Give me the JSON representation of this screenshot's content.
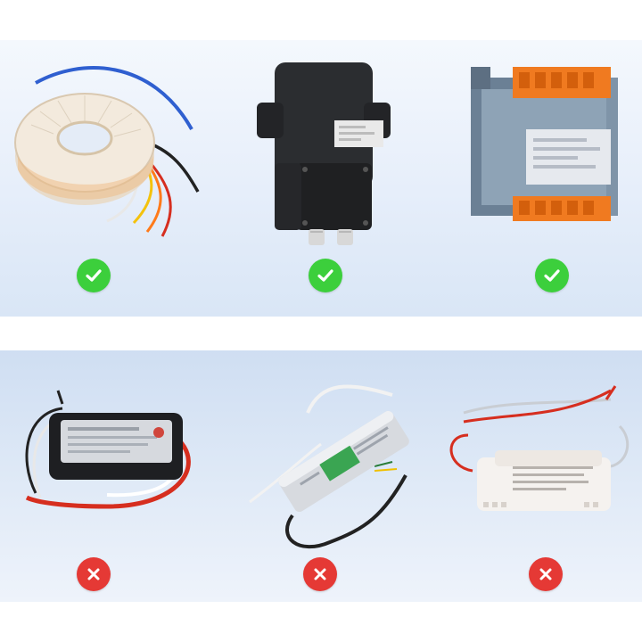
{
  "colors": {
    "suitable": "#3ccf3c",
    "unsuitable": "#e53935",
    "badge_mark": "#ffffff"
  },
  "suitable_row": [
    {
      "product": "toroidal-transformer",
      "status": "check-icon"
    },
    {
      "product": "waterproof-black-transformer-box",
      "status": "check-icon"
    },
    {
      "product": "din-rail-control-transformer",
      "status": "check-icon"
    }
  ],
  "unsuitable_row": [
    {
      "product": "electronic-transformer-black",
      "status": "cross-icon"
    },
    {
      "product": "led-driver-aluminum",
      "status": "cross-icon"
    },
    {
      "product": "electronic-transformer-white",
      "status": "cross-icon"
    }
  ]
}
